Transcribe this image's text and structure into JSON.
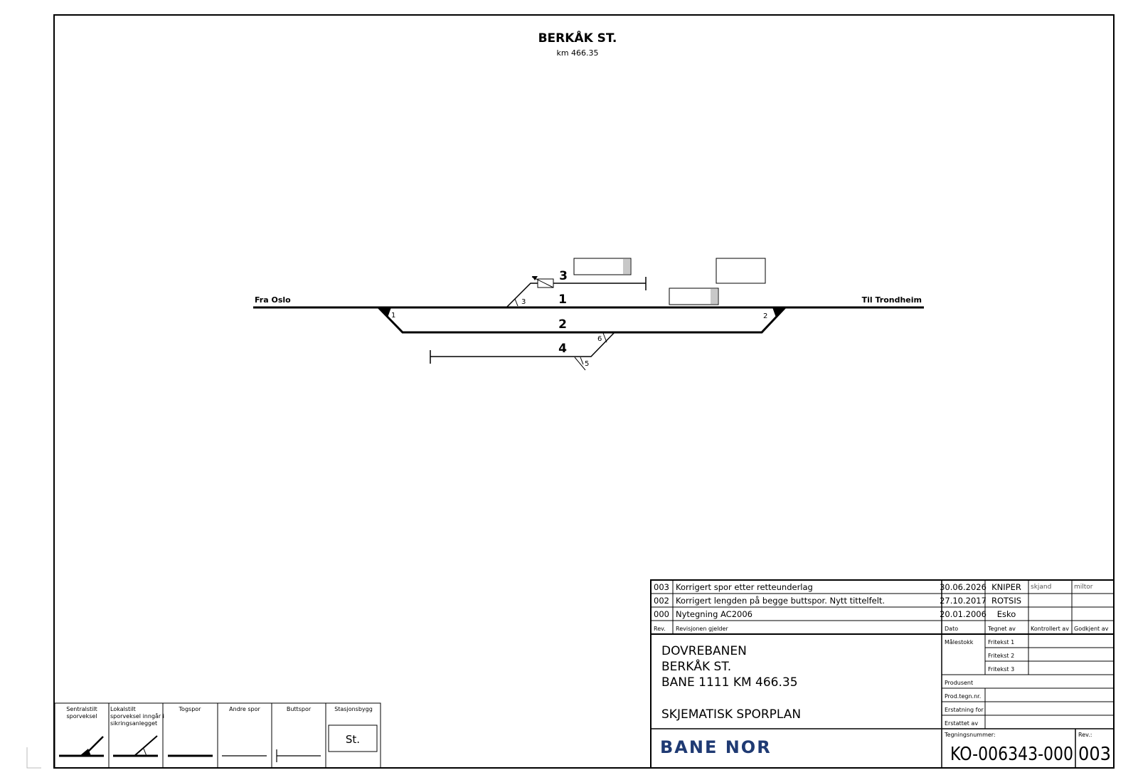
{
  "station": {
    "title": "BERKÅK ST.",
    "km": "km 466.35"
  },
  "tracks": {
    "track_1": "1",
    "track_2": "2",
    "track_3": "3",
    "track_4": "4",
    "from_label": "Fra Oslo",
    "to_label": "Til Trondheim"
  },
  "switches": [
    "1",
    "2",
    "3",
    "5",
    "6"
  ],
  "revisions": [
    {
      "rev": "003",
      "desc": "Korrigert spor etter retteunderlag",
      "date": "30.06.2026",
      "drawn_by": "KNIPER",
      "checked": "skjand",
      "approved": "miltor"
    },
    {
      "rev": "002",
      "desc": "Korrigert lengden på begge buttspor. Nytt tittelfelt.",
      "date": "27.10.2017",
      "drawn_by": "ROTSIS",
      "checked": "",
      "approved": ""
    },
    {
      "rev": "000",
      "desc": "Nytegning AC2006",
      "date": "20.01.2006",
      "drawn_by": "Esko",
      "checked": "",
      "approved": ""
    }
  ],
  "revision_header": {
    "rev": "Rev.",
    "desc": "Revisjonen gjelder",
    "date": "Dato",
    "drawn_by": "Tegnet av",
    "checked": "Kontrollert av",
    "approved": "Godkjent av"
  },
  "title_block": {
    "line1": "DOVREBANEN",
    "line2": "BERKÅK ST.",
    "line3": "BANE 1111  KM 466.35",
    "line4": "SKJEMATISK SPORPLAN",
    "scale_label": "Målestokk",
    "free_text_1": "Fritekst 1",
    "free_text_2": "Fritekst 2",
    "free_text_3": "Fritekst 3",
    "producer": "Produsent",
    "prod_no": "Prod.tegn.nr.",
    "replaces": "Erstatning for",
    "replaced_by": "Erstattet av",
    "drawing_no_label": "Tegningsnummer:",
    "drawing_no": "KO-006343-000",
    "rev_label": "Rev.:",
    "rev_value": "003",
    "logo": "BANE NOR"
  },
  "legend": [
    {
      "label_1": "Sentralstilt",
      "label_2": "sporveksel",
      "label_3": ""
    },
    {
      "label_1": "Lokalstilt",
      "label_2": "sporveksel inngår i",
      "label_3": "sikringsanlegget"
    },
    {
      "label_1": "Togspor",
      "label_2": "",
      "label_3": ""
    },
    {
      "label_1": "Andre spor",
      "label_2": "",
      "label_3": ""
    },
    {
      "label_1": "Buttspor",
      "label_2": "",
      "label_3": ""
    },
    {
      "label_1": "Stasjonsbygg",
      "label_2": "",
      "label_3": ""
    }
  ],
  "legend_building_label": "St."
}
